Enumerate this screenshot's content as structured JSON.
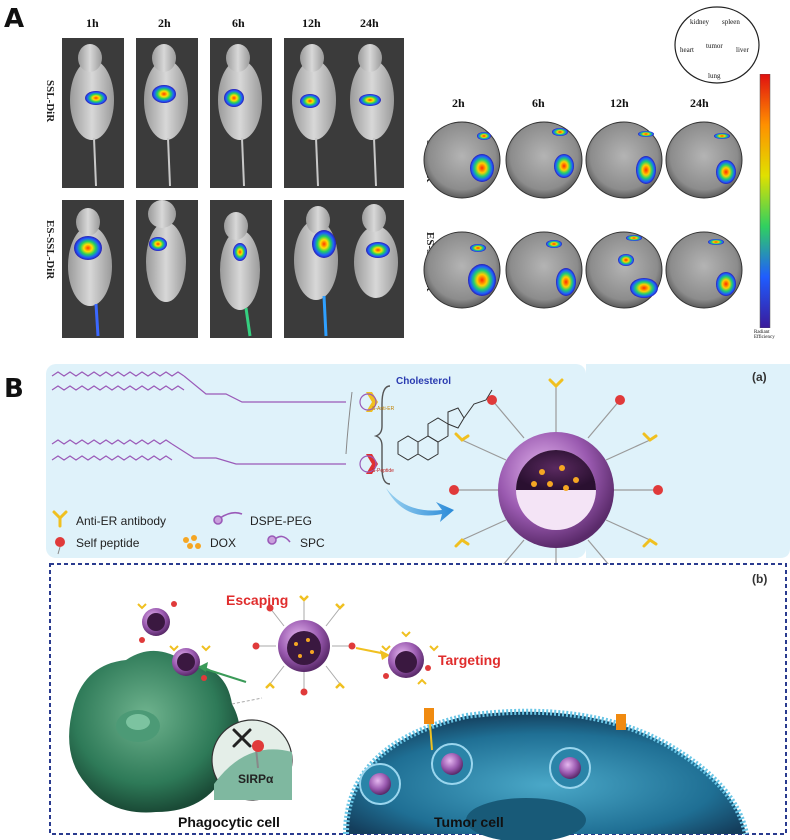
{
  "panel_a": {
    "letter": "A",
    "time_points_mice": [
      "1h",
      "2h",
      "6h",
      "12h",
      "24h"
    ],
    "rows": [
      "SSL-DiR",
      "ES-SSL-DiR"
    ],
    "organ_layout": [
      "kidney",
      "spleen",
      "heart",
      "tumor",
      "liver",
      "lung"
    ],
    "time_points_organs": [
      "2h",
      "6h",
      "12h",
      "24h"
    ],
    "colorbar_label": "Radiant Efficiency"
  },
  "panel_b": {
    "letter": "B",
    "sub_a": "(a)",
    "sub_b": "(b)",
    "cholesterol": "Cholesterol",
    "lipid_tag_1": "S-Anti-ER",
    "lipid_tag_2": "S-Peptide",
    "legend": {
      "anti_er": "Anti-ER antibody",
      "dspe_peg": "DSPE-PEG",
      "self_peptide": "Self peptide",
      "dox": "DOX",
      "spc": "SPC"
    },
    "escaping": "Escaping",
    "targeting": "Targeting",
    "sirpa": "SIRPα",
    "phagocytic": "Phagocytic cell",
    "tumor_cell": "Tumor cell"
  },
  "colors": {
    "accent_red": "#e02d2d",
    "liposome_purple": "#8a4d9e",
    "antibody_yellow": "#f0c020",
    "panel_bg": "#dff2fa",
    "dashed_border": "#2a3b8f"
  }
}
